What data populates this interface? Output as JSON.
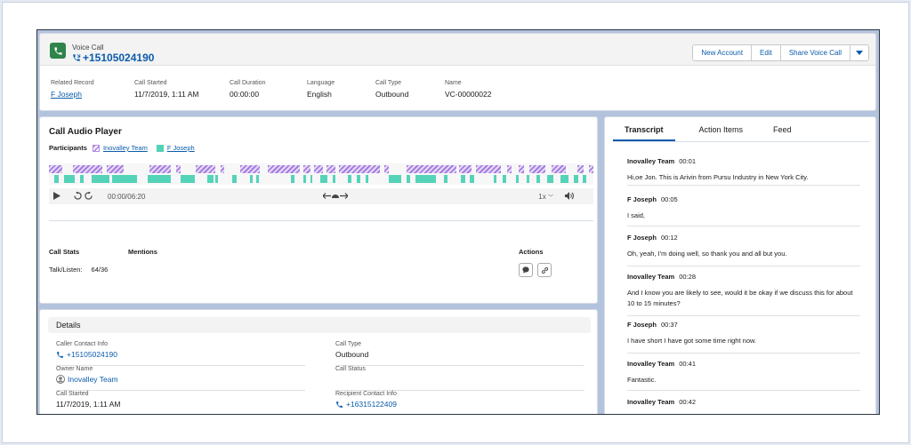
{
  "record": {
    "type": "Voice Call",
    "number": "+15105024190",
    "buttons": [
      "New Account",
      "Edit",
      "Share Voice Call"
    ]
  },
  "highlights": [
    {
      "label": "Related Record",
      "value": "F Joseph",
      "link": true
    },
    {
      "label": "Call Started",
      "value": "11/7/2019, 1:11 AM",
      "link": false
    },
    {
      "label": "Call Duration",
      "value": "00:00:00",
      "link": false
    },
    {
      "label": "Language",
      "value": "English",
      "link": false
    },
    {
      "label": "Call Type",
      "value": "Outbound",
      "link": false
    },
    {
      "label": "Name",
      "value": "VC-00000022",
      "link": false
    }
  ],
  "player": {
    "title": "Call Audio Player",
    "participants_label": "Participants",
    "participants": [
      {
        "name": "Inovalley Team",
        "color": "#a57de0"
      },
      {
        "name": "F Joseph",
        "color": "#55d3b9"
      }
    ],
    "time": "00:00/06:20",
    "speed": "1x",
    "stats_label": "Call Stats",
    "mentions_label": "Mentions",
    "actions_label": "Actions",
    "talk_label": "Talk/Listen:",
    "talk_value": "64/36"
  },
  "details": {
    "title": "Details",
    "fields": [
      {
        "label": "Caller Contact Info",
        "value": "+15105024190",
        "link": true,
        "icon": "phone-call-icon"
      },
      {
        "label": "Call Type",
        "value": "Outbound",
        "link": false,
        "icon": ""
      },
      {
        "label": "Owner Name",
        "value": "Inovalley Team",
        "link": true,
        "icon": "avatar-icon"
      },
      {
        "label": "Call Status",
        "value": "",
        "link": false,
        "icon": ""
      },
      {
        "label": "Call Started",
        "value": "11/7/2019, 1:11 AM",
        "link": false,
        "icon": ""
      },
      {
        "label": "Recipient Contact Info",
        "value": "+16315122409",
        "link": true,
        "icon": "phone-call-icon"
      }
    ]
  },
  "transcript": {
    "tabs": [
      "Transcript",
      "Action Items",
      "Feed"
    ],
    "messages": [
      {
        "speaker": "Inovalley Team",
        "time": "00:01",
        "text": "Hi,oe Jon. This is Arivin from Pursu Industry in New York City."
      },
      {
        "speaker": "F Joseph",
        "time": "00:05",
        "text": "I said,"
      },
      {
        "speaker": "F Joseph",
        "time": "00:12",
        "text": "Oh, yeah, I'm doing well, so thank you and all but you."
      },
      {
        "speaker": "Inovalley Team",
        "time": "00:28",
        "text": "And I know you are likely to see, would it be okay if we discuss this for about 10 to 15 minutes?"
      },
      {
        "speaker": "F Joseph",
        "time": "00:37",
        "text": "I have short I have got some time right now."
      },
      {
        "speaker": "Inovalley Team",
        "time": "00:41",
        "text": "Fantastic."
      },
      {
        "speaker": "Inovalley Team",
        "time": "00:42",
        "text": ""
      }
    ]
  }
}
